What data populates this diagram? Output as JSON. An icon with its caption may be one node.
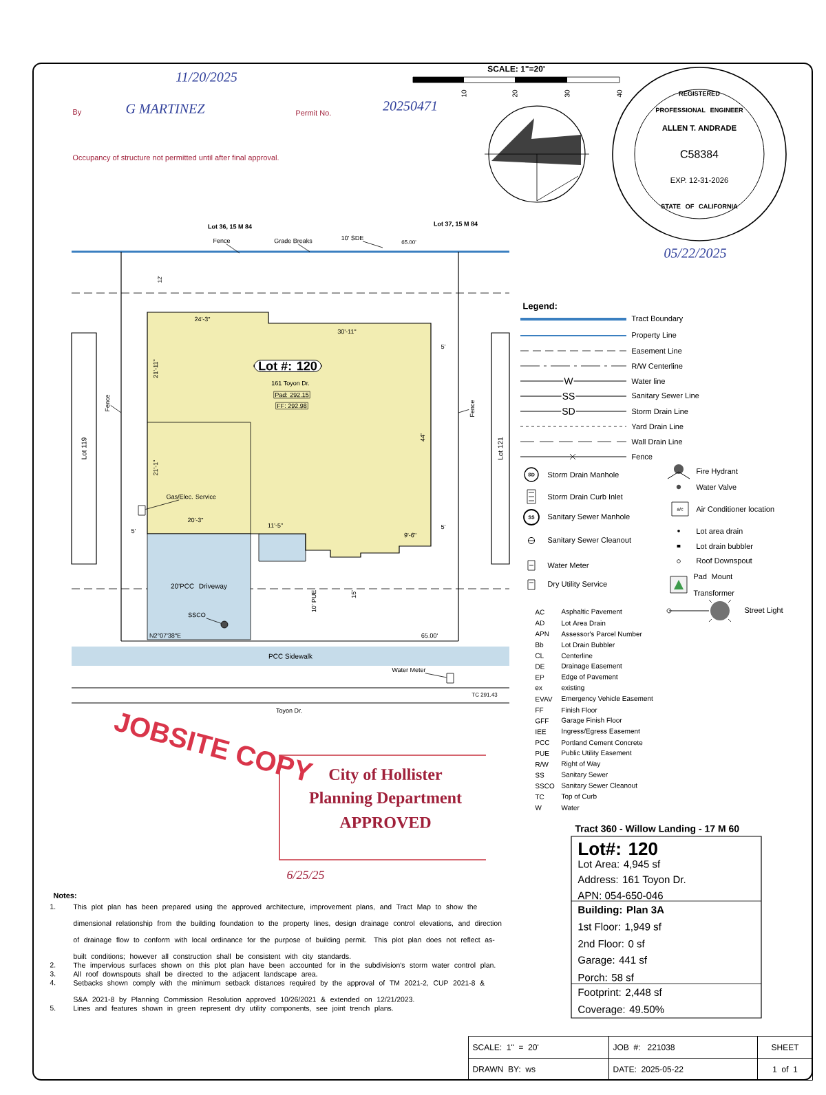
{
  "diagram": {
    "nodes": [
      {
        "text": [
          "Lot #: 120",
          "161 Toyon Dr.",
          "Pad: 292.15",
          "FF: 292.98"
        ]
      },
      {
        "text": [
          "20'PCC Driveway"
        ]
      },
      {
        "text": [
          "Gas/Elec. Service"
        ],
        "in": 0
      },
      {
        "text": [],
        "shape": "box"
      },
      {
        "text": [
          "SSCO"
        ],
        "in": 1
      },
      {
        "text": [],
        "shape": "circle",
        "in": 1
      },
      {
        "text": [
          "Water Meter"
        ]
      },
      {
        "text": [],
        "shape": "box"
      },
      {
        "text": [
          "Fence"
        ]
      },
      {
        "text": [
          "Grade Breaks"
        ]
      },
      {
        "text": [
          "10' SDE"
        ]
      },
      {
        "text": [
          "Fence"
        ]
      },
      {
        "text": [
          "Fence"
        ]
      },
      {
        "text": [
          "PCC Sidewalk"
        ]
      },
      {
        "text": [
          "Lot 119"
        ]
      },
      {
        "text": [
          "Lot 121"
        ]
      },
      {
        "text": [
          "REGISTERED PROFESSIONAL ENGINEER",
          "ALLEN T. ANDRADE",
          "C58384",
          "EXP. 12-31-2026",
          "STATE OF CALIFORNIA"
        ],
        "beside": [
          "05/22/2025"
        ]
      },
      {
        "text": [
          "City of Hollister",
          "Planning Department",
          "APPROVED"
        ],
        "beside": [
          "6/25/25"
        ]
      },
      {
        "text": [
          "Lot#: 120",
          "Lot Area: 4,945 sf",
          "Address: 161 Toyon Dr.",
          "APN: 054-650-046",
          "Building: Plan 3A",
          "1st Floor: 1,949 sf",
          "2nd Floor: 0 sf",
          "Garage: 441 sf",
          "Porch: 58 sf",
          "Footprint: 2,448 sf",
          "Coverage: 49.50%"
        ],
        "beside": [
          "Tract 360 - Willow Landing - 17 M 60"
        ]
      }
    ],
    "edges": [
      {
        "from": 2,
        "to": 3,
        "arrow": "none"
      },
      {
        "from": 4,
        "to": 5,
        "arrow": "none"
      },
      {
        "from": 6,
        "to": 7,
        "arrow": "none"
      },
      {
        "from": 8,
        "to": null,
        "arrow": "none"
      },
      {
        "from": 9,
        "to": null,
        "arrow": "none"
      },
      {
        "from": 10,
        "to": null,
        "arrow": "none"
      },
      {
        "from": 11,
        "to": null,
        "arrow": "none"
      },
      {
        "from": 12,
        "to": null,
        "arrow": "none"
      }
    ],
    "labels": [
      "11/20/2025",
      "By",
      "G MARTINEZ",
      "Permit No.",
      "20250471",
      "Occupancy of structure not permitted until after final approval.",
      "SCALE: 1\"=20'",
      "10",
      "20",
      "30",
      "40",
      "Lot 36, 15 M 84",
      "Lot 37, 15 M 84",
      "65.00'",
      "12'",
      "24'-3\"",
      "30'-11\"",
      "5'",
      "21'-11\"",
      "44'",
      "21'-1\"",
      "20'-3\"",
      "11'-5\"",
      "9'-6\"",
      "5'",
      "5'",
      "10' PUE",
      "15'",
      "N2°07'38\"E",
      "65.00'",
      "Toyon Dr.",
      "TC 291.43",
      "JOBSITE COPY",
      "Legend:",
      "W",
      "SS",
      "SD",
      "SD",
      "SS",
      "a/c",
      "AC",
      "Asphaltic Pavement",
      "AD",
      "Lot Area Drain",
      "APN",
      "Assessor's Parcel Number",
      "Bb",
      "Lot Drain Bubbler",
      "CL",
      "Centerline",
      "DE",
      "Drainage Easement",
      "EP",
      "Edge of Pavement",
      "ex",
      "existing",
      "EVAV",
      "Emergency Vehicle Easement",
      "FF",
      "Finish Floor",
      "GFF",
      "Garage Finish Floor",
      "IEE",
      "Ingress/Egress Easement",
      "PCC",
      "Portland Cement Concrete",
      "PUE",
      "Public Utility Easement",
      "R/W",
      "Right of Way",
      "SS",
      "Sanitary Sewer",
      "SSCO",
      "Sanitary Sewer Cleanout",
      "TC",
      "Top of Curb",
      "W",
      "Water",
      "Notes:",
      "1.",
      "This plot plan has been prepared using the approved architecture, improvement plans, and Tract Map to show the dimensional relationship from the building foundation to the property lines, design drainage control elevations, and direction of drainage flow to conform with local ordinance for the purpose of building permit. This plot plan does not reflect as-built conditions; however all construction shall be consistent with city standards.",
      "2.",
      "The impervious surfaces shown on this plot plan have been accounted for in the subdivision's storm water control plan.",
      "3.",
      "All roof downspouts shall be directed to the adjacent landscape area.",
      "4.",
      "Setbacks shown comply with the minimum setback distances required by the approval of TM 2021-2, CUP 2021-8 & S&A 2021-8 by Planning Commission Resolution approved 10/26/2021 & extended on 12/21/2023.",
      "5.",
      "Lines and features shown in green represent dry utility components, see joint trench plans.",
      "SCALE: 1\" = 20'",
      "JOB #: 221038",
      "SHEET",
      "DRAWN BY: ws",
      "DATE: 2025-05-22",
      "1 of 1"
    ],
    "legend": [
      {
        "text": "Tract Boundary"
      },
      {
        "text": "Property Line"
      },
      {
        "text": "Easement Line"
      },
      {
        "text": "R/W Centerline"
      },
      {
        "text": "Water line"
      },
      {
        "text": "Sanitary Sewer Line"
      },
      {
        "text": "Storm Drain Line"
      },
      {
        "text": "Yard Drain Line"
      },
      {
        "text": "Wall Drain Line"
      },
      {
        "text": "Fence"
      },
      {
        "text": "Storm Drain Manhole"
      },
      {
        "text": "Storm Drain Curb Inlet"
      },
      {
        "text": "Sanitary Sewer Manhole"
      },
      {
        "text": "Sanitary Sewer Cleanout"
      },
      {
        "text": "Water Meter"
      },
      {
        "text": "Dry Utility Service"
      },
      {
        "text": "Fire Hydrant"
      },
      {
        "text": "Water Valve"
      },
      {
        "text": "Air Conditioner location"
      },
      {
        "text": "Lot area drain"
      },
      {
        "text": "Lot drain bubbler"
      },
      {
        "text": "Roof Downspout"
      },
      {
        "text": "Pad Mount Transformer"
      },
      {
        "text": "Street Light"
      }
    ]
  }
}
